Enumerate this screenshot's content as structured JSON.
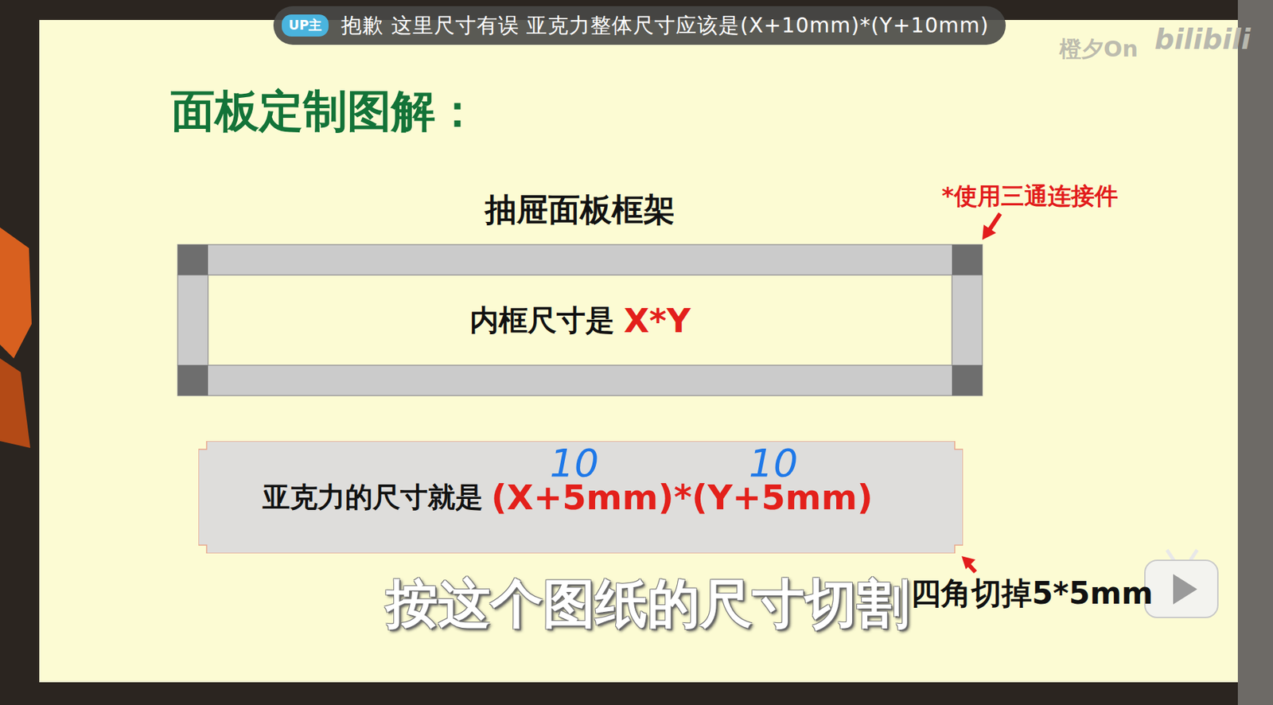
{
  "diagram": {
    "title": "面板定制图解：",
    "nodes": [
      {
        "text": [
          "抱歉 这里尺寸有误 亚克力整体尺寸应该是(X+10mm)*(Y+10mm)"
        ]
      },
      {
        "text": [
          "UP主"
        ],
        "in": 0
      },
      {
        "text": [
          "抽屉面板框架",
          "内框尺寸是",
          "X*Y"
        ]
      },
      {
        "text": [
          "亚克力的尺寸就是",
          "(X+5mm)*(Y+5mm)"
        ]
      }
    ],
    "labels": [
      "橙夕On",
      "bilibili",
      "*使用三通连接件",
      "10",
      "10",
      "按这个图纸的尺寸切割",
      "四角切掉5*5mm"
    ]
  }
}
